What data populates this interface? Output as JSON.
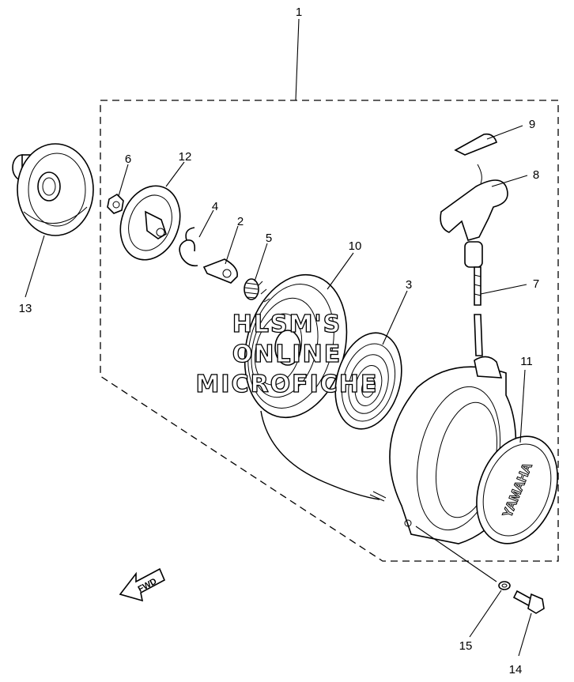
{
  "callouts": {
    "c1": "1",
    "c2": "2",
    "c3": "3",
    "c4": "4",
    "c5": "5",
    "c6": "6",
    "c7": "7",
    "c8": "8",
    "c9": "9",
    "c10": "10",
    "c11": "11",
    "c12": "12",
    "c13": "13",
    "c14": "14",
    "c15": "15"
  },
  "watermark": {
    "line1": "HLSM'S",
    "line2": "ONLINE",
    "line3": "MICROFICHE"
  },
  "labels": {
    "brand": "YAMAHA",
    "direction": "FWD"
  }
}
